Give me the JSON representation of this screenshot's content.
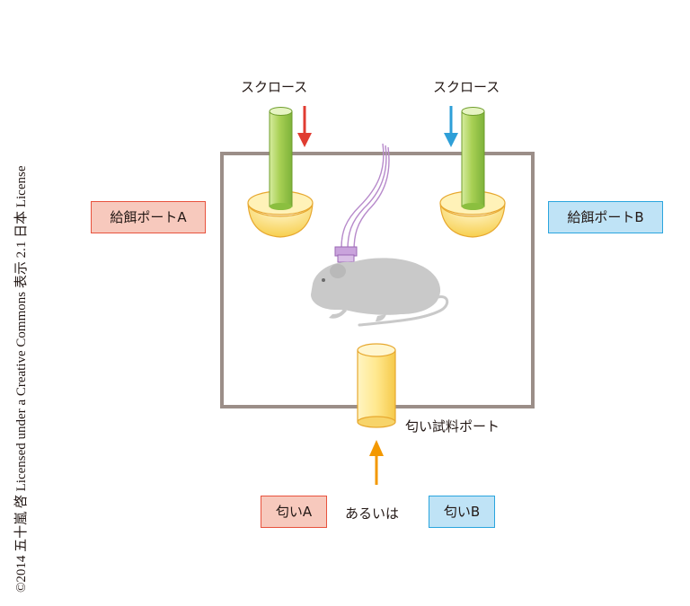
{
  "copyright": "©2014 五十嵐 啓 Licensed under a Creative Commons 表示 2.1 日本 License",
  "labels": {
    "sucrose_left": "スクロース",
    "sucrose_right": "スクロース",
    "feed_port_a": "給餌ポートA",
    "feed_port_b": "給餌ポートB",
    "odor_sample_port": "匂い試料ポート",
    "odor_a": "匂いA",
    "or": "あるいは",
    "odor_b": "匂いB"
  },
  "colors": {
    "red_arrow": "#e03c31",
    "blue_arrow": "#2e9fd8",
    "orange_arrow": "#f39800",
    "chamber": "#9b8e88",
    "tube": "#a7cf4f",
    "dish": "#fde68a",
    "mouse": "#c9c9c9",
    "wire": "#b78acb"
  }
}
